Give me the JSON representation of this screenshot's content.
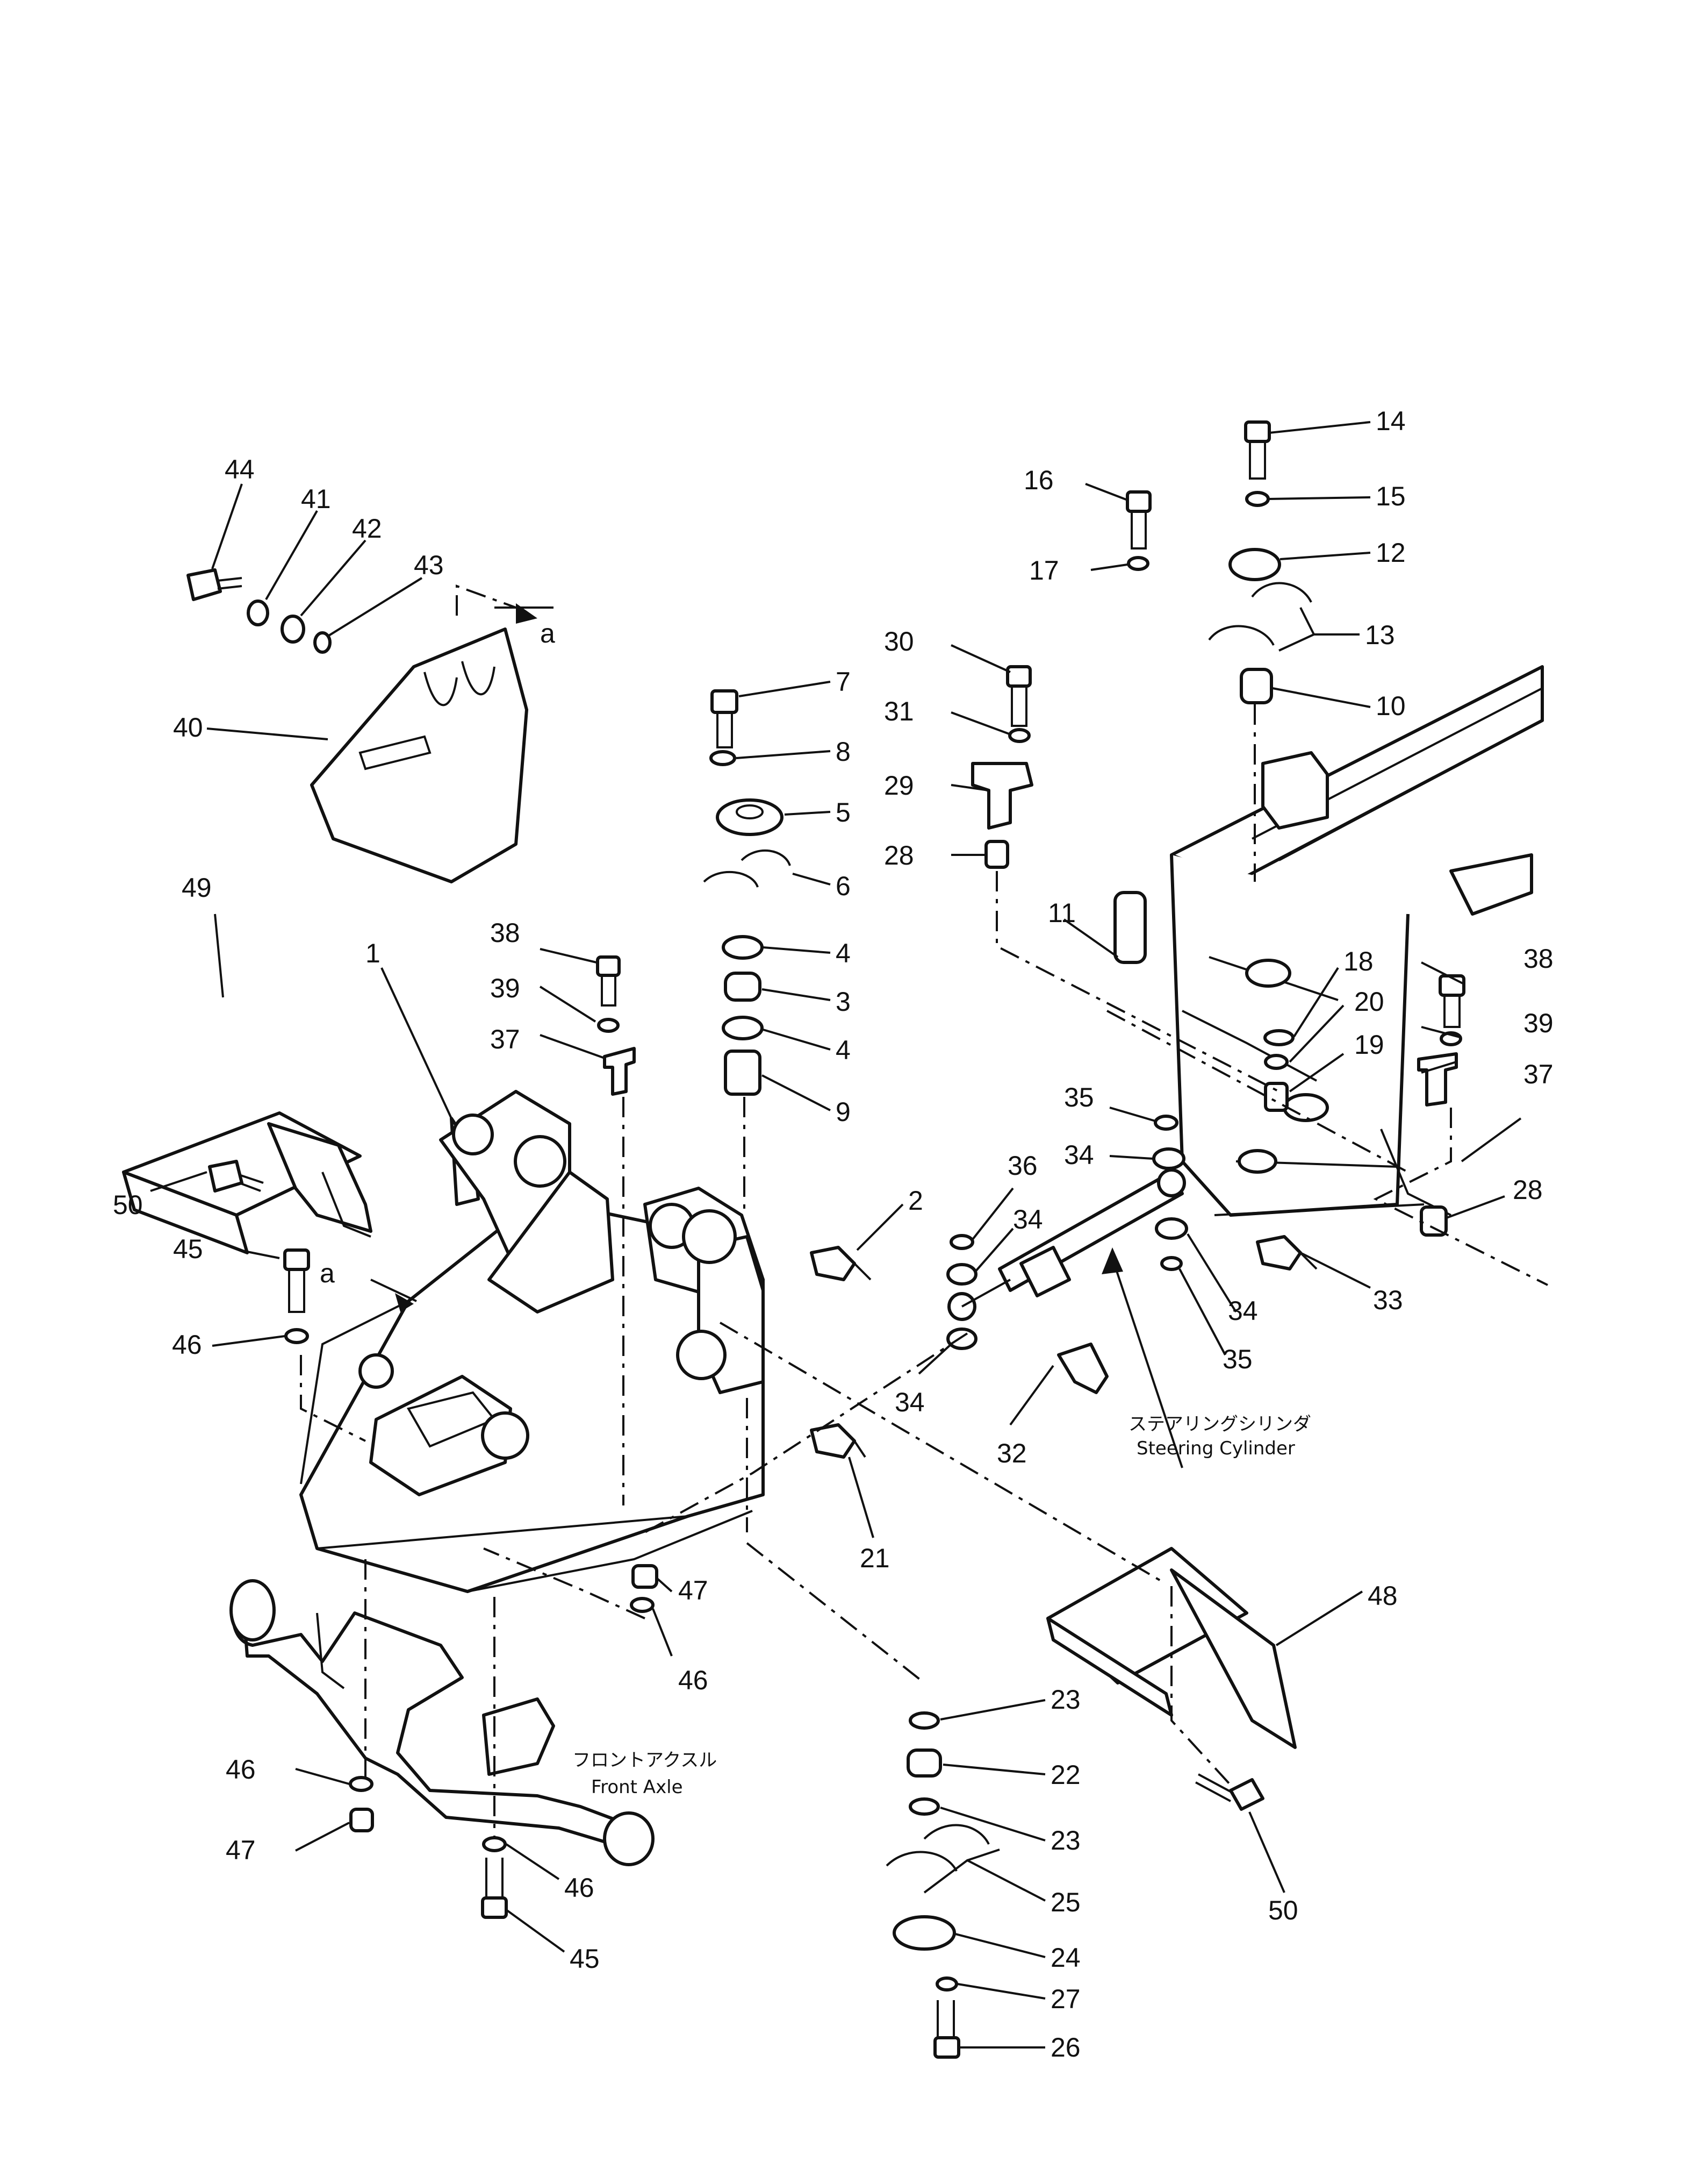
{
  "letter": "a",
  "labels": {
    "front_axle_jp": "フロントアクスル",
    "front_axle_en": "Front Axle",
    "steering_cyl_jp": "ステアリングシリンダ",
    "steering_cyl_en": "Steering Cylinder"
  },
  "callouts": [
    {
      "id": "c44",
      "text": "44"
    },
    {
      "id": "c41",
      "text": "41"
    },
    {
      "id": "c42",
      "text": "42"
    },
    {
      "id": "c43",
      "text": "43"
    },
    {
      "id": "c40",
      "text": "40"
    },
    {
      "id": "c49",
      "text": "49"
    },
    {
      "id": "c1",
      "text": "1"
    },
    {
      "id": "c50a",
      "text": "50"
    },
    {
      "id": "c45a",
      "text": "45"
    },
    {
      "id": "c46a",
      "text": "46"
    },
    {
      "id": "c46b",
      "text": "46"
    },
    {
      "id": "c47a",
      "text": "47"
    },
    {
      "id": "c47b",
      "text": "47"
    },
    {
      "id": "c46c",
      "text": "46"
    },
    {
      "id": "c46d",
      "text": "46"
    },
    {
      "id": "c45b",
      "text": "45"
    },
    {
      "id": "c38a",
      "text": "38"
    },
    {
      "id": "c39a",
      "text": "39"
    },
    {
      "id": "c37a",
      "text": "37"
    },
    {
      "id": "c7",
      "text": "7"
    },
    {
      "id": "c8",
      "text": "8"
    },
    {
      "id": "c5",
      "text": "5"
    },
    {
      "id": "c6",
      "text": "6"
    },
    {
      "id": "c4a",
      "text": "4"
    },
    {
      "id": "c3",
      "text": "3"
    },
    {
      "id": "c4b",
      "text": "4"
    },
    {
      "id": "c9",
      "text": "9"
    },
    {
      "id": "c2",
      "text": "2"
    },
    {
      "id": "c21",
      "text": "21"
    },
    {
      "id": "c30",
      "text": "30"
    },
    {
      "id": "c31",
      "text": "31"
    },
    {
      "id": "c29",
      "text": "29"
    },
    {
      "id": "c28a",
      "text": "28"
    },
    {
      "id": "c11",
      "text": "11"
    },
    {
      "id": "c16",
      "text": "16"
    },
    {
      "id": "c17",
      "text": "17"
    },
    {
      "id": "c14",
      "text": "14"
    },
    {
      "id": "c15",
      "text": "15"
    },
    {
      "id": "c12",
      "text": "12"
    },
    {
      "id": "c13",
      "text": "13"
    },
    {
      "id": "c10",
      "text": "10"
    },
    {
      "id": "c18",
      "text": "18"
    },
    {
      "id": "c20",
      "text": "20"
    },
    {
      "id": "c19",
      "text": "19"
    },
    {
      "id": "c38b",
      "text": "38"
    },
    {
      "id": "c39b",
      "text": "39"
    },
    {
      "id": "c37b",
      "text": "37"
    },
    {
      "id": "c28b",
      "text": "28"
    },
    {
      "id": "c35a",
      "text": "35"
    },
    {
      "id": "c34a",
      "text": "34"
    },
    {
      "id": "c36",
      "text": "36"
    },
    {
      "id": "c34b",
      "text": "34"
    },
    {
      "id": "c34c",
      "text": "34"
    },
    {
      "id": "c35b",
      "text": "35"
    },
    {
      "id": "c33",
      "text": "33"
    },
    {
      "id": "c34d",
      "text": "34"
    },
    {
      "id": "c32",
      "text": "32"
    },
    {
      "id": "c48",
      "text": "48"
    },
    {
      "id": "c50b",
      "text": "50"
    },
    {
      "id": "c23a",
      "text": "23"
    },
    {
      "id": "c22",
      "text": "22"
    },
    {
      "id": "c23b",
      "text": "23"
    },
    {
      "id": "c25",
      "text": "25"
    },
    {
      "id": "c24",
      "text": "24"
    },
    {
      "id": "c27",
      "text": "27"
    },
    {
      "id": "c26",
      "text": "26"
    }
  ]
}
